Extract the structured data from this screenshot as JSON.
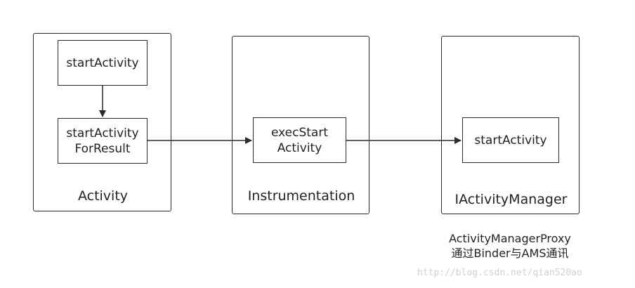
{
  "groups": {
    "activity": {
      "label": "Activity"
    },
    "instrumentation": {
      "label": "Instrumentation"
    },
    "iactivitymanager": {
      "label": "IActivityManager"
    }
  },
  "nodes": {
    "activity_start": "startActivity",
    "activity_for_result": "startActivity\nForResult",
    "exec_start": "execStart\nActivity",
    "am_start": "startActivity"
  },
  "note": {
    "line1": "ActivityManagerProxy",
    "line2": "通过Binder与AMS通讯"
  },
  "watermark": "http://blog.csdn.net/qian520ao",
  "colors": {
    "stroke": "#2b2b2b",
    "text": "#222222",
    "watermark": "#d0d0d0"
  }
}
